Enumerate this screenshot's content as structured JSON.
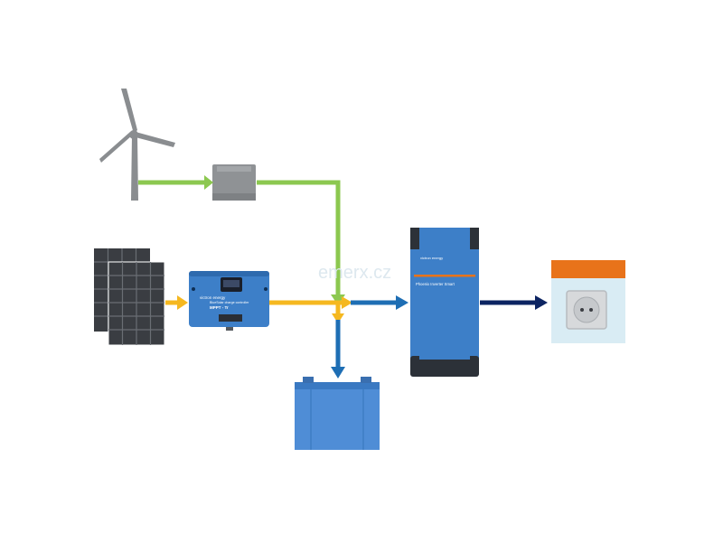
{
  "watermark": "emerx.cz",
  "controller": {
    "brand": "victron energy",
    "subtitle": "BlueSolar charge controller",
    "model": "MPPT - Tr"
  },
  "inverter": {
    "brand": "victron energy",
    "model": "Phoenix Inverter Smart"
  },
  "icons": {
    "wind": "wind-turbine-icon",
    "regulator": "wind-charge-regulator-icon",
    "solar": "solar-panel-icon",
    "mppt": "mppt-charge-controller-icon",
    "battery": "battery-icon",
    "inverter": "inverter-icon",
    "socket": "power-socket-icon"
  },
  "colors": {
    "wind_flow": "#8cc850",
    "solar_flow": "#f5b820",
    "dc_flow": "#1e6eb4",
    "ac_flow": "#0c2462",
    "device_blue": "#3d7fc8",
    "socket_header": "#e8731a",
    "socket_body": "#d9ecf4",
    "panel_dark": "#3a3d42",
    "gray_device": "#8f9295"
  }
}
